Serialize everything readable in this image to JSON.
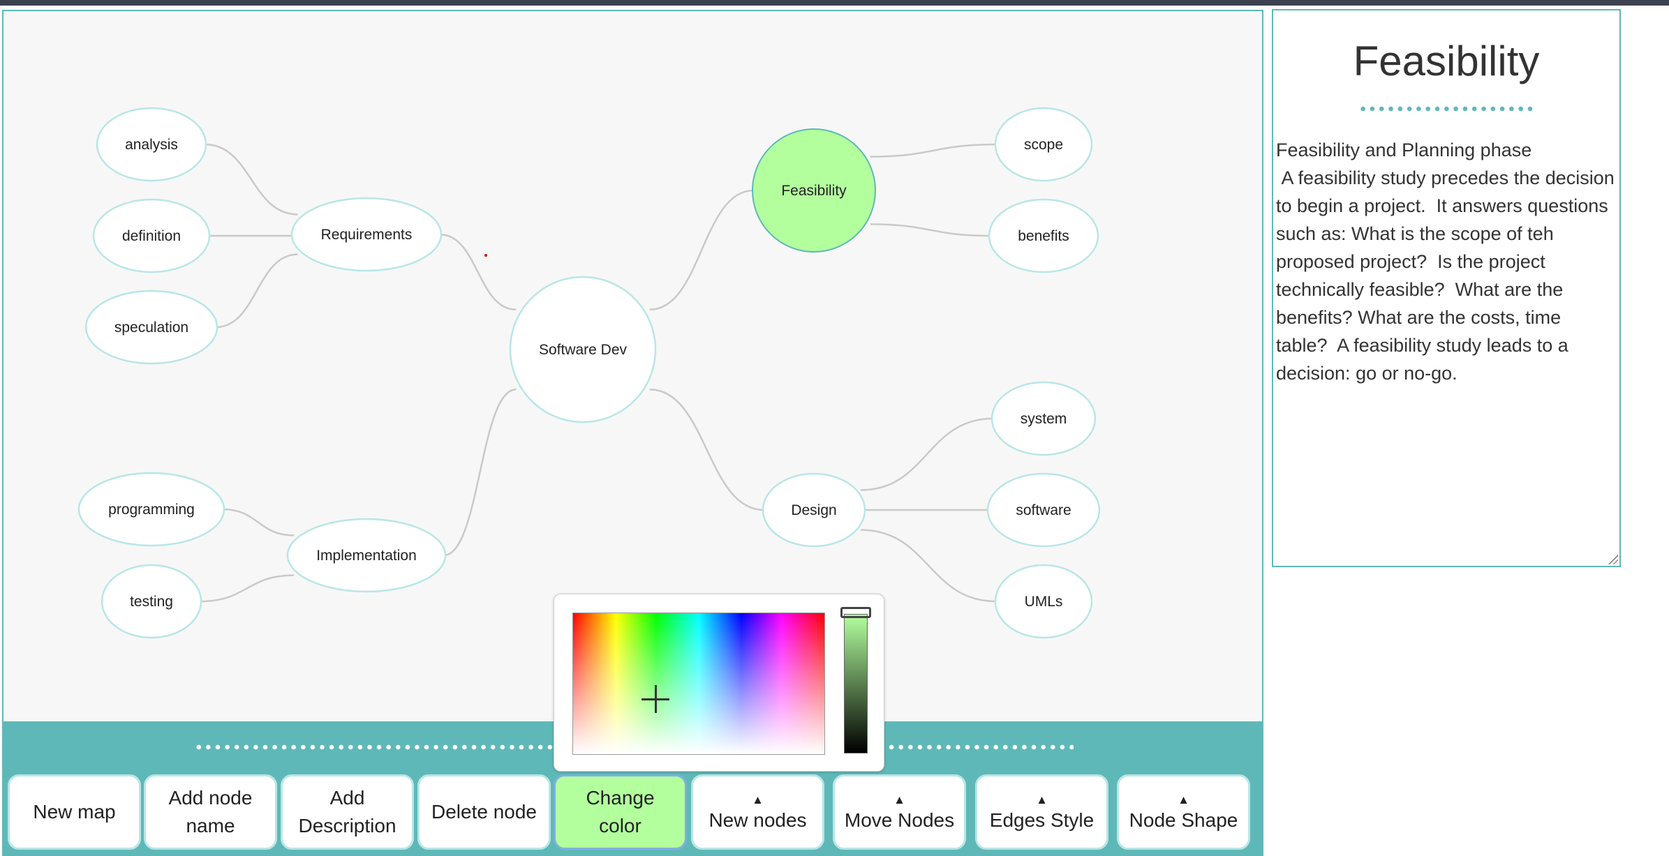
{
  "mindmap": {
    "nodes": [
      {
        "id": "software-dev",
        "label": "Software Dev",
        "shape": "circle",
        "fill": "#ffffff",
        "selected": false
      },
      {
        "id": "requirements",
        "label": "Requirements",
        "shape": "ellipse",
        "fill": "#ffffff",
        "selected": false
      },
      {
        "id": "analysis",
        "label": "analysis",
        "shape": "ellipse",
        "fill": "#ffffff",
        "selected": false
      },
      {
        "id": "definition",
        "label": "definition",
        "shape": "ellipse",
        "fill": "#ffffff",
        "selected": false
      },
      {
        "id": "speculation",
        "label": "speculation",
        "shape": "ellipse",
        "fill": "#ffffff",
        "selected": false
      },
      {
        "id": "implementation",
        "label": "Implementation",
        "shape": "ellipse",
        "fill": "#ffffff",
        "selected": false
      },
      {
        "id": "programming",
        "label": "programming",
        "shape": "ellipse",
        "fill": "#ffffff",
        "selected": false
      },
      {
        "id": "testing",
        "label": "testing",
        "shape": "ellipse",
        "fill": "#ffffff",
        "selected": false
      },
      {
        "id": "feasibility",
        "label": "Feasibility",
        "shape": "circle",
        "fill": "#b3ff9e",
        "selected": true
      },
      {
        "id": "scope",
        "label": "scope",
        "shape": "ellipse",
        "fill": "#ffffff",
        "selected": false
      },
      {
        "id": "benefits",
        "label": "benefits",
        "shape": "ellipse",
        "fill": "#ffffff",
        "selected": false
      },
      {
        "id": "design",
        "label": "Design",
        "shape": "ellipse",
        "fill": "#ffffff",
        "selected": false
      },
      {
        "id": "system",
        "label": "system",
        "shape": "ellipse",
        "fill": "#ffffff",
        "selected": false
      },
      {
        "id": "software",
        "label": "software",
        "shape": "ellipse",
        "fill": "#ffffff",
        "selected": false
      },
      {
        "id": "umls",
        "label": "UMLs",
        "shape": "ellipse",
        "fill": "#ffffff",
        "selected": false
      }
    ],
    "edges": [
      [
        "software-dev",
        "requirements"
      ],
      [
        "requirements",
        "analysis"
      ],
      [
        "requirements",
        "definition"
      ],
      [
        "requirements",
        "speculation"
      ],
      [
        "software-dev",
        "implementation"
      ],
      [
        "implementation",
        "programming"
      ],
      [
        "implementation",
        "testing"
      ],
      [
        "software-dev",
        "feasibility"
      ],
      [
        "feasibility",
        "scope"
      ],
      [
        "feasibility",
        "benefits"
      ],
      [
        "software-dev",
        "design"
      ],
      [
        "design",
        "system"
      ],
      [
        "design",
        "software"
      ],
      [
        "design",
        "umls"
      ]
    ],
    "colors": {
      "edge": "#c9c9c9",
      "node_border": "#b9e6e6",
      "selected_border": "#5fb8b8"
    }
  },
  "toolbar": {
    "buttons": [
      {
        "name": "new-map-button",
        "label": "New map",
        "caret": false,
        "active": false
      },
      {
        "name": "add-node-name-button",
        "label": "Add node\nname",
        "caret": false,
        "active": false
      },
      {
        "name": "add-description-button",
        "label": "Add\nDescription",
        "caret": false,
        "active": false
      },
      {
        "name": "delete-node-button",
        "label": "Delete node",
        "caret": false,
        "active": false
      },
      {
        "name": "change-color-button",
        "label": "Change\ncolor",
        "caret": false,
        "active": true
      },
      {
        "name": "new-nodes-button",
        "label": "New nodes",
        "caret": true,
        "active": false
      },
      {
        "name": "move-nodes-button",
        "label": "Move Nodes",
        "caret": true,
        "active": false
      },
      {
        "name": "edges-style-button",
        "label": "Edges Style",
        "caret": true,
        "active": false
      },
      {
        "name": "node-shape-button",
        "label": "Node Shape",
        "caret": true,
        "active": false
      }
    ],
    "caret_glyph": "▲",
    "colors": {
      "bar": "#5fb8b8",
      "active_fill": "#b3ff9e"
    }
  },
  "color_picker": {
    "selected_color": "#b3ff9e"
  },
  "description_panel": {
    "title": "Feasibility",
    "body": "Feasibility and Planning phase\n A feasibility study precedes the decision to begin a project.  It answers questions such as: What is the scope of teh proposed project?  Is the project technically feasible?  What are the benefits? What are the costs, time table?  A feasibility study leads to a decision: go or no-go."
  }
}
